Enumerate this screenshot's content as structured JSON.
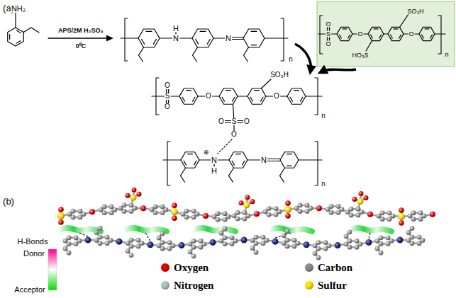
{
  "diagram": {
    "labels": [
      "(a)",
      "NH₂",
      "APS/2M H₂SO₄",
      "0⁰C",
      "H",
      "N",
      "N",
      "n",
      "O",
      "S",
      "O",
      "O",
      "SO₃H",
      "HO₃S",
      "O",
      "n",
      "O",
      "S",
      "O",
      "SO₃H",
      "O",
      "O",
      "O",
      "S",
      "O",
      "O",
      "n",
      "⊕",
      "N",
      "H",
      "N",
      "n",
      "(b)",
      "H-Bonds",
      "Donor",
      "Acceptor"
    ],
    "legend": [
      {
        "text": "Oxygen",
        "color": "#e60000"
      },
      {
        "text": "Carbon",
        "color": "#8c8c8c"
      },
      {
        "text": "Nitrogen",
        "color": "#a8c8c8"
      },
      {
        "text": "Sulfur",
        "color": "#ffe600"
      }
    ]
  }
}
